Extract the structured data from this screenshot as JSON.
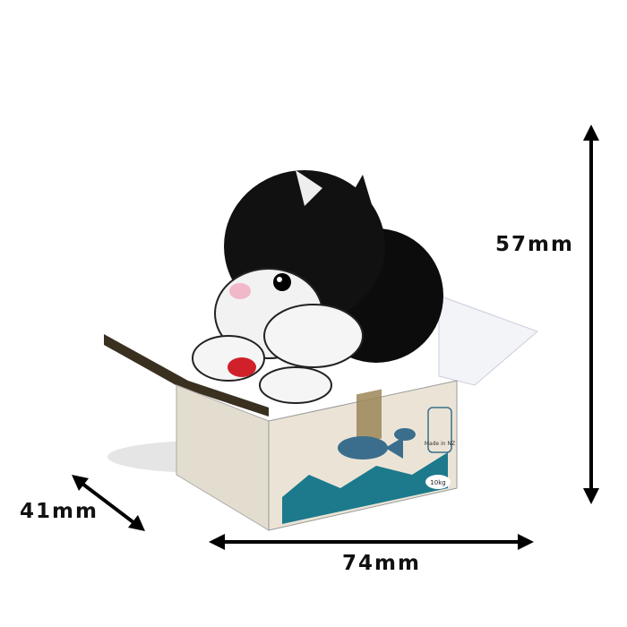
{
  "dimensions": {
    "height": "57mm",
    "width": "74mm",
    "depth": "41mm"
  },
  "box_print": {
    "origin": "Made in NZ",
    "weight": "10kg"
  },
  "colors": {
    "box_teal": "#1c7a8c",
    "fish_blue": "#3b6e8c",
    "cardboard": "#ebe4d6",
    "tape": "#9c8658",
    "bow_red": "#d0202a"
  }
}
